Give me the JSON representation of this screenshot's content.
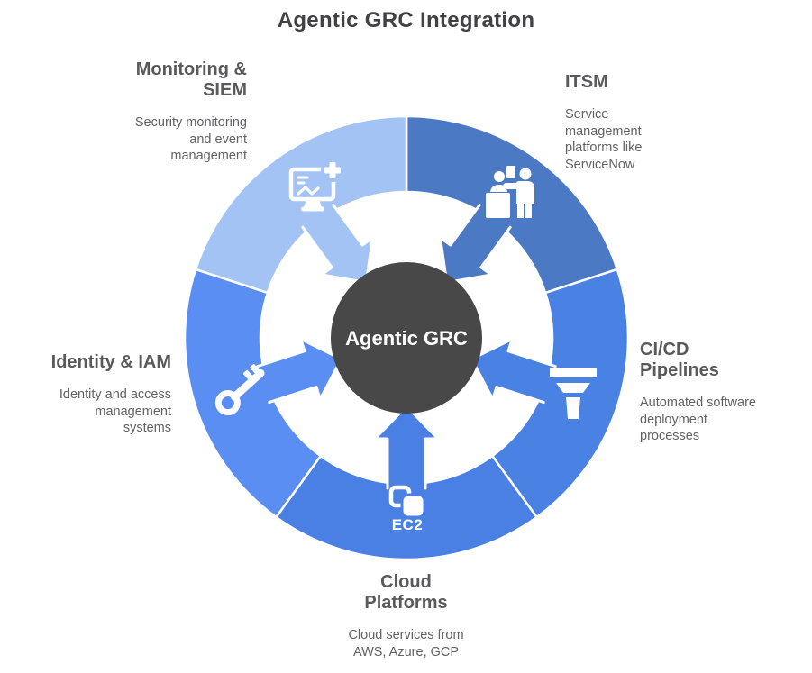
{
  "title": "Agentic GRC Integration",
  "center": {
    "label": "Agentic GRC",
    "color": "#484848",
    "text_color": "#ffffff"
  },
  "colors": {
    "background": "#ffffff",
    "divider": "#ffffff",
    "title_text": "#414042",
    "heading_text": "#595a5c",
    "body_text": "#606165",
    "monitoring_segment": "#a3c3f5",
    "itsm_segment": "#4b79c4",
    "cicd_segment": "#4a82e4",
    "cloud_segment": "#4a80e4",
    "identity_segment": "#5b8ef2",
    "icon_color": "#ffffff"
  },
  "icons": {
    "monitoring": "monitor-chart-plus-icon",
    "itsm": "service-desk-icon",
    "cicd": "funnel-icon",
    "cloud": "ec2-stack-icon",
    "identity": "key-icon"
  },
  "sections": {
    "monitoring": {
      "title_lines": [
        "Monitoring &",
        "SIEM"
      ],
      "desc_lines": [
        "Security monitoring",
        "and event",
        "management"
      ],
      "color": "#a3c3f5"
    },
    "itsm": {
      "title_lines": [
        "ITSM"
      ],
      "desc_lines": [
        "Service",
        "management",
        "platforms like",
        "ServiceNow"
      ],
      "color": "#4b79c4"
    },
    "cicd": {
      "title_lines": [
        "CI/CD",
        "Pipelines"
      ],
      "desc_lines": [
        "Automated software",
        "deployment",
        "processes"
      ],
      "color": "#4a82e4"
    },
    "cloud": {
      "title_lines": [
        "Cloud",
        "Platforms"
      ],
      "desc_lines": [
        "Cloud services from",
        "AWS, Azure, GCP"
      ],
      "color": "#4a80e4",
      "icon_label": "EC2"
    },
    "identity": {
      "title_lines": [
        "Identity & IAM"
      ],
      "desc_lines": [
        "Identity and access",
        "management",
        "systems"
      ],
      "color": "#5b8ef2"
    }
  }
}
